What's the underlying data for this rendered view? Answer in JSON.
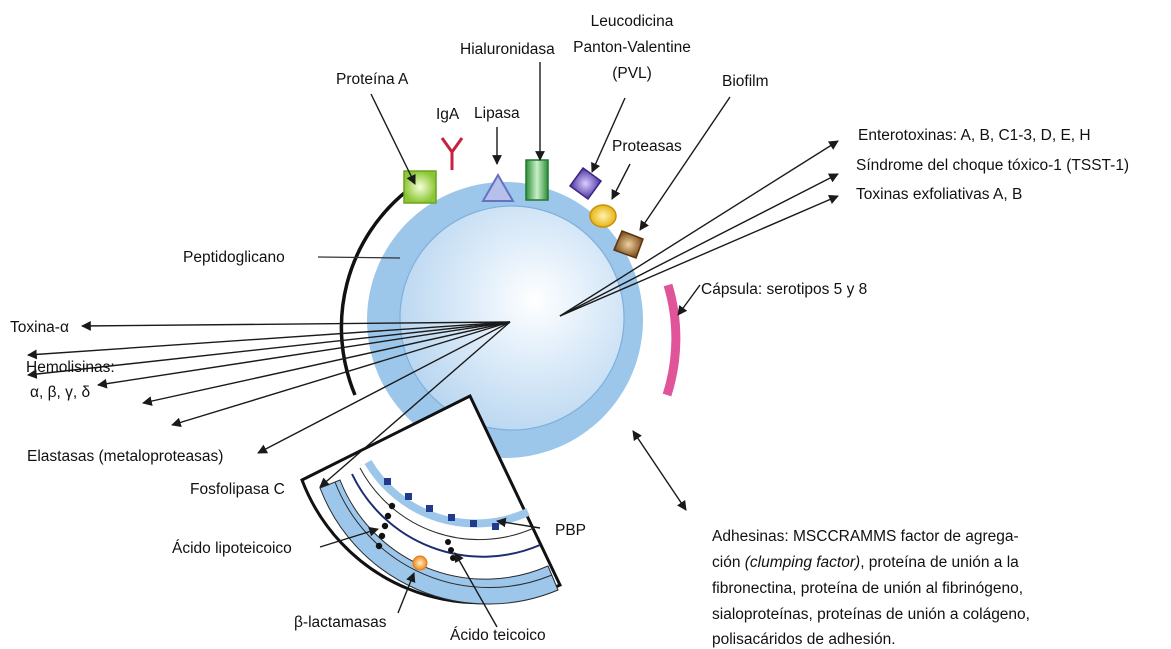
{
  "labels": {
    "proteina_a": "Proteína A",
    "iga": "IgA",
    "lipasa": "Lipasa",
    "hialuronidasa": "Hialuronidasa",
    "pvl_line1": "Leucodicina",
    "pvl_line2": "Panton-Valentine",
    "pvl_line3": "(PVL)",
    "biofilm": "Biofilm",
    "proteasas": "Proteasas",
    "enterotoxinas": "Enterotoxinas: A, B, C1-3, D, E, H",
    "tsst": "Síndrome del choque tóxico-1 (TSST-1)",
    "exfoliativas": "Toxinas exfoliativas A, B",
    "peptidoglicano": "Peptidoglicano",
    "capsula": "Cápsula: serotipos 5 y 8",
    "toxina_alfa": "Toxina-α",
    "hemolisinas_line1": "Hemolisinas:",
    "hemolisinas_line2": "α, β, γ, δ",
    "elastasas": "Elastasas (metaloproteasas)",
    "fosfolipasa": "Fosfolipasa C",
    "pbp": "PBP",
    "acido_lipoteicoico": "Ácido lipoteicoico",
    "beta_lactamasas": "β-lactamasas",
    "acido_teicoico": "Ácido teicoico",
    "adhesinas_line1": "Adhesinas: MSCCRAMMS factor de agrega-",
    "adhesinas_line2a": "ción ",
    "adhesinas_line2b": "(clumping factor)",
    "adhesinas_line2c": ", proteína de unión a la",
    "adhesinas_line3": "fibronectina, proteína de unión al fibrinógeno,",
    "adhesinas_line4": "sialoproteínas, proteínas de unión a colágeno,",
    "adhesinas_line5": "polisacáridos de adhesión."
  },
  "colors": {
    "cell_outer": "#9cc6ea",
    "cell_inner": "#c4def4",
    "capsule": "#e0559a",
    "proteina_a": "#9bd13a",
    "iga": "#c8203e",
    "lipasa": "#9aa6dc",
    "hialuronidasa": "#3da84c",
    "pvl": "#5b40b0",
    "proteasas": "#f2c21c",
    "biofilm": "#8a5a22",
    "beta_lactamasas": "#f4a338",
    "pbp": "#223a8c"
  }
}
